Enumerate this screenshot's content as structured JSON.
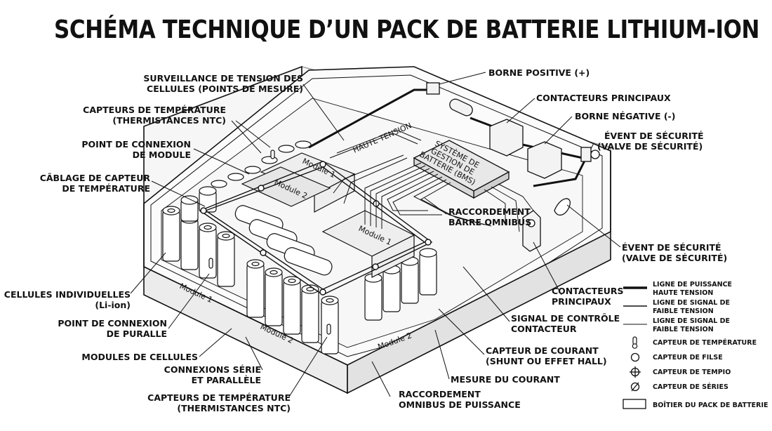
{
  "title": "SCHÉMA TECHNIQUE D’UN PACK DE BATTERIE LITHIUM-ION",
  "callouts": {
    "cell_voltage_1": "SURVEILLANCE DE TENSION DES",
    "cell_voltage_2": "CELLULES (POINTS DE MESURE)",
    "temp_top_1": "CAPTEURS DE TEMPÉRATURE",
    "temp_top_2": "(THERMISTANCES NTC)",
    "module_conn_1": "POINT DE CONNEXION",
    "module_conn_2": "DE MODULE",
    "temp_wiring_1": "CÂBLAGE DE CAPTEUR",
    "temp_wiring_2": "DE TEMPÉRATURE",
    "cells_1": "CELLULES INDIVIDUELLES",
    "cells_2": "(Li-ion)",
    "parallel_1": "POINT DE CONNEXION",
    "parallel_2": "DE PURALLE",
    "cell_modules": "MODULES DE CELLULES",
    "series_1": "CONNEXIONS SÉRIE",
    "series_2": "ET PARALLÈLE",
    "temp_bottom_1": "CAPTEURS DE TEMPÉRATURE",
    "temp_bottom_2": "(THERMISTANCES NTC)",
    "pos_terminal": "BORNE POSITIVE (+)",
    "main_contactors_top": "CONTACTEURS PRINCIPAUX",
    "neg_terminal": "BORNE NÉGATIVE (-)",
    "vent_top_1": "ÉVENT DE SÉCURITÉ",
    "vent_top_2": "(VALVE DE SÉCURITÉ)",
    "busbar_1": "RACCORDEMENT",
    "busbar_2": "BARRE OMNIBUS",
    "vent_mid_1": "ÉVENT DE SÉCURITÉ",
    "vent_mid_2": "(VALVE DE SÉCURITÉ)",
    "contactors_mid_1": "CONTACTEURS",
    "contactors_mid_2": "PRINCIPAUX",
    "signal_1": "SIGNAL DE CONTRÔLE",
    "signal_2": "CONTACTEUR",
    "current_sensor_1": "CAPTEUR DE COURANT",
    "current_sensor_2": "(SHUNT OU EFFET HALL)",
    "current_meas": "MESURE DU COURANT",
    "power_bus_1": "RACCORDEMENT",
    "power_bus_2": "OMNIBUS DE PUISSANCE"
  },
  "inner_labels": {
    "high_voltage": "HAUTE TENSION",
    "bms_1": "SYSTÈME DE",
    "bms_2": "GESTION DE",
    "bms_3": "BATTERIE (BMS)",
    "module_1": "Module 1",
    "module_2": "Module 2"
  },
  "legend": {
    "hv_1": "LIGNE DE PUISSANCE",
    "hv_2": "HAUTE TENSION",
    "sig_a_1": "LIGNE DE SIGNAL DE",
    "sig_a_2": "FAIBLE TENSION",
    "sig_b_1": "LIGNE DE SIGNAL DE",
    "sig_b_2": "FAIBLE TENSION",
    "temp": "CAPTEUR DE TEMPÉRATURE",
    "filse": "CAPTEUR DE FILSE",
    "tempio": "CAPTEUR DE TEMPIO",
    "series": "CAPTEUR DE SÉRIES",
    "housing": "BOÎTIER DU PACK DE BATTERIE"
  }
}
